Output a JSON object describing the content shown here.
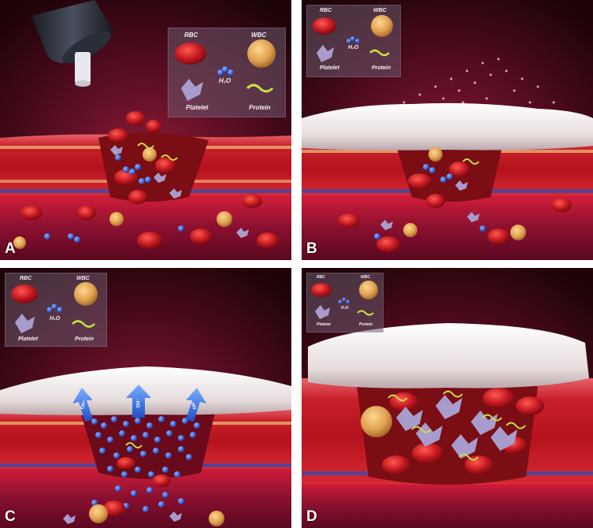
{
  "panels": [
    {
      "id": "A",
      "label": "A"
    },
    {
      "id": "B",
      "label": "B"
    },
    {
      "id": "C",
      "label": "C"
    },
    {
      "id": "D",
      "label": "D"
    }
  ],
  "legend": {
    "rbc": "RBC",
    "wbc": "WBC",
    "h2o": "H₂O",
    "platelet": "Platelet",
    "protein": "Protein"
  },
  "arrow_text": "OH⁻",
  "colors": {
    "background": "#2a0810",
    "rbc": "#c0161e",
    "wbc": "#e0a050",
    "water": "#3a5fd0",
    "platelet": "#a89ccc",
    "protein": "#c8e048",
    "powder": "#ece4e4",
    "tissue": "#c41a24"
  }
}
